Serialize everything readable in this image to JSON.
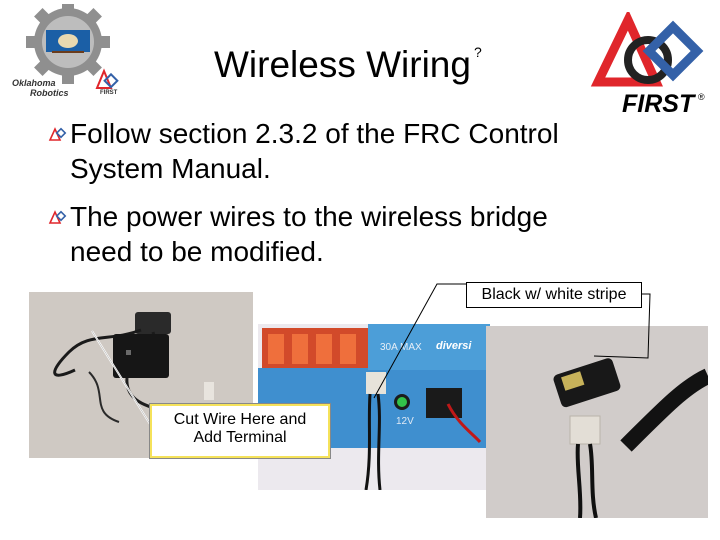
{
  "slide": {
    "title": "Wireless Wiring",
    "title_marker": "?",
    "bullets": [
      {
        "line1": "Follow section 2.3.2 of the FRC Control",
        "line2": "System Manual."
      },
      {
        "line1": "The power wires to the wireless bridge",
        "line2": "need to be modified."
      }
    ]
  },
  "logos": {
    "left": {
      "line1": "Oklahoma",
      "line2": "Robotics",
      "small": "FIRST"
    },
    "right": {
      "wordmark": "FIRST",
      "mark": "®"
    }
  },
  "callouts": {
    "wire_label": "Black w/ white stripe",
    "cut_line1": "Cut Wire Here and",
    "cut_line2": "Add Terminal"
  },
  "photo_labels": {
    "breaker": "30A MAX",
    "brand": "diversi",
    "voltage": "12V"
  },
  "colors": {
    "gear": "#9a9a9a",
    "first_red": "#e0262b",
    "first_blue": "#3461a8",
    "pdb_blue": "#3f8fcf",
    "breaker_orange": "#e0562c"
  }
}
